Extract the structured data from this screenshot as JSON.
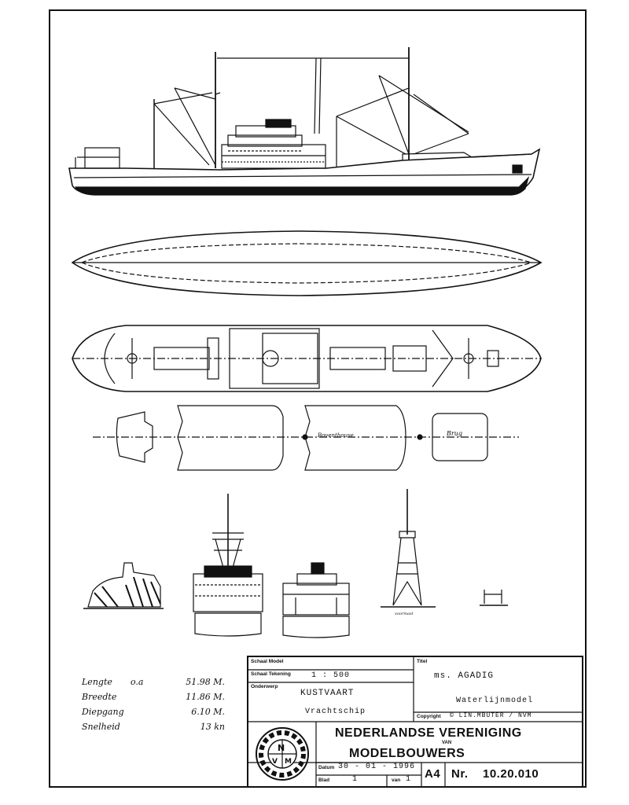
{
  "specs": {
    "rows": [
      {
        "label": "Lengte",
        "sub": "o.a",
        "value": "51.98 M."
      },
      {
        "label": "Breedte",
        "sub": "",
        "value": "11.86 M."
      },
      {
        "label": "Diepgang",
        "sub": "",
        "value": "6.10 M."
      },
      {
        "label": "Snelheid",
        "sub": "",
        "value": "13 kn"
      }
    ]
  },
  "drawing_labels": {
    "deckhouse_top": "Boventhouse",
    "bridge": "Brug",
    "foremast_view": "voormast"
  },
  "title_block": {
    "schaal_model_label": "Schaal Model",
    "schaal_tekening_label": "Schaal Tekening",
    "schaal_tekening_value": "1 : 500",
    "onderwerp_label": "Onderwerp",
    "onderwerp_value_1": "KUSTVAART",
    "onderwerp_value_2": "Vrachtschip",
    "titel_label": "Titel",
    "titel_value_1": "ms. AGADIG",
    "titel_value_2": "Waterlijnmodel",
    "copyright_label": "Copyright",
    "copyright_value": "© LIN.MBUTER / NVM",
    "org_line_1": "NEDERLANDSE VERENIGING",
    "org_line_van": "VAN",
    "org_line_2": "MODELBOUWERS",
    "logo_letters": [
      "N",
      "V",
      "M"
    ],
    "datum_label": "Datum",
    "datum_value": "30 - 01 - 1996",
    "blad_label": "Blad",
    "blad_value": "1",
    "van_label": "van",
    "van_value": "1",
    "format": "A4",
    "nr_label": "Nr.",
    "nr_value": "10.20.010"
  }
}
